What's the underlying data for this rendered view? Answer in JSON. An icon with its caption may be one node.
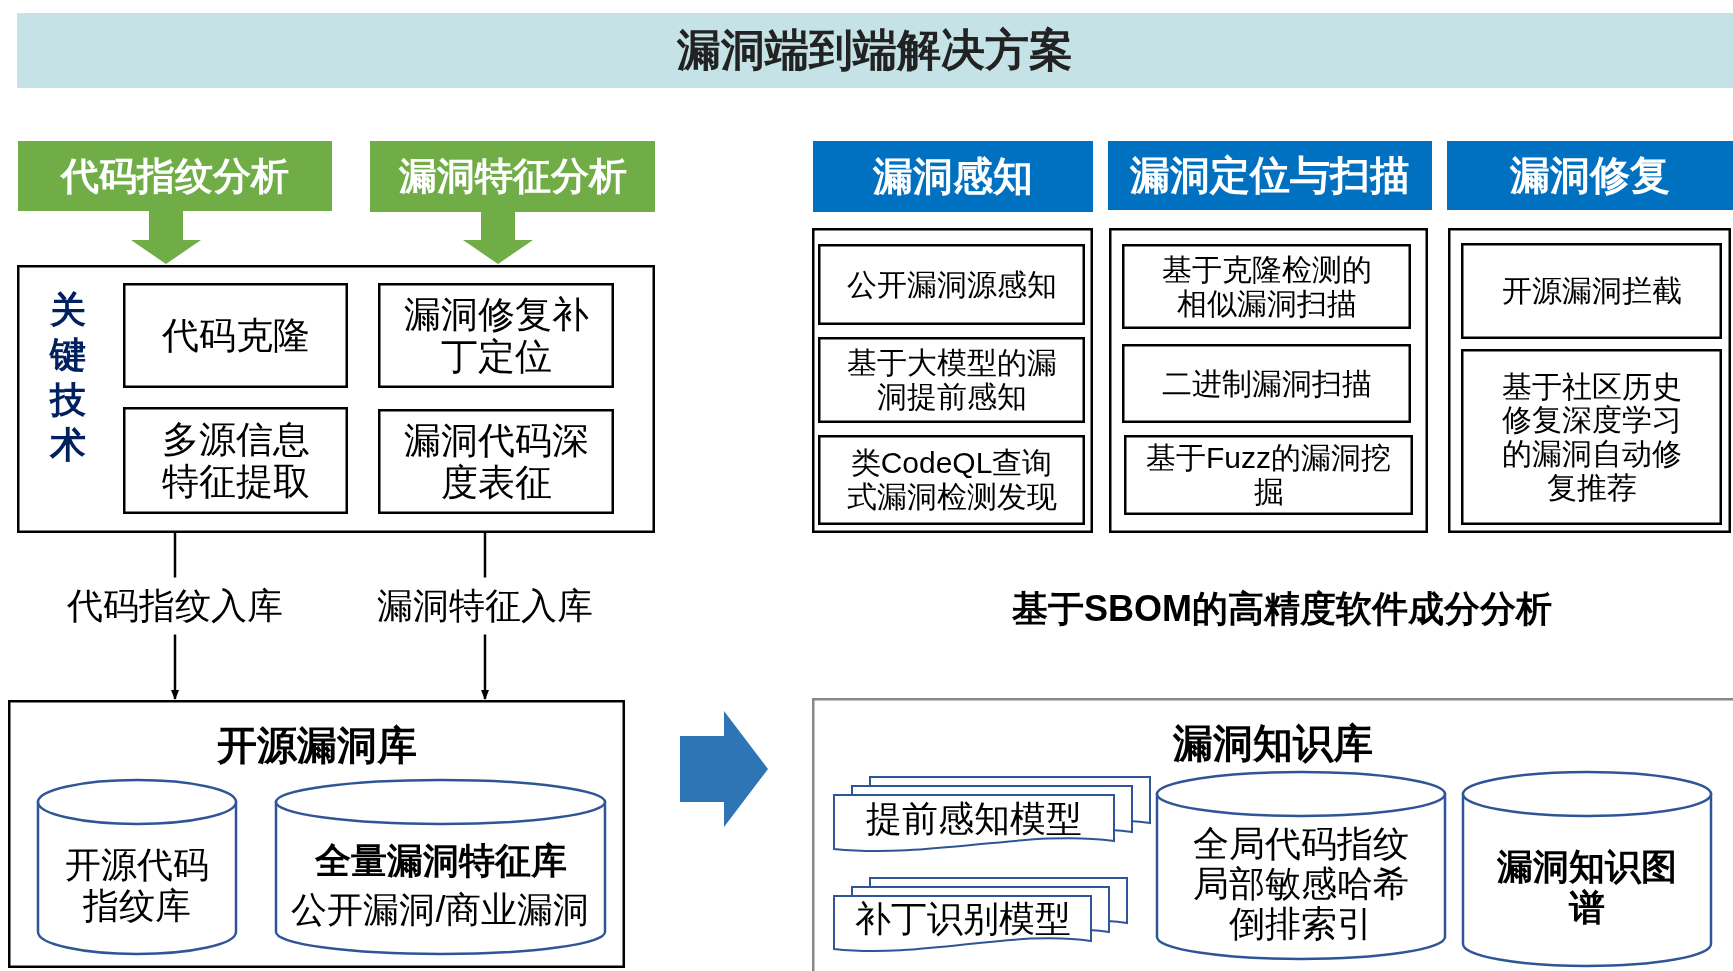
{
  "diagram": {
    "title": "漏洞端到端解决方案",
    "nodes": [
      {
        "text": [
          "代码指纹分析"
        ]
      },
      {
        "text": [
          "漏洞特征分析"
        ]
      },
      {
        "text": [
          "关键技术"
        ]
      },
      {
        "text": [
          "代码克隆"
        ],
        "in": 2
      },
      {
        "text": [
          "漏洞修复补丁定位"
        ],
        "in": 2
      },
      {
        "text": [
          "多源信息特征提取"
        ],
        "in": 2
      },
      {
        "text": [
          "漏洞代码深度表征"
        ],
        "in": 2
      },
      {
        "text": [
          "开源漏洞库"
        ]
      },
      {
        "text": [
          "开源代码指纹库"
        ],
        "in": 7
      },
      {
        "text": [
          "全量漏洞特征库",
          "公开漏洞/商业漏洞"
        ],
        "in": 7
      },
      {
        "text": [
          "漏洞感知"
        ]
      },
      {
        "text": [
          "漏洞定位与扫描"
        ]
      },
      {
        "text": [
          "漏洞修复"
        ]
      },
      {
        "text": [],
        "shape": "box"
      },
      {
        "text": [
          "公开漏洞源感知"
        ],
        "in": 13
      },
      {
        "text": [
          "基于大模型的漏洞提前感知"
        ],
        "in": 13
      },
      {
        "text": [
          "类CodeQL查询式漏洞检测发现"
        ],
        "in": 13
      },
      {
        "text": [],
        "shape": "box"
      },
      {
        "text": [
          "基于克隆检测的相似漏洞扫描"
        ],
        "in": 17
      },
      {
        "text": [
          "二进制漏洞扫描"
        ],
        "in": 17
      },
      {
        "text": [
          "基于Fuzz的漏洞挖掘"
        ],
        "in": 17
      },
      {
        "text": [],
        "shape": "box"
      },
      {
        "text": [
          "开源漏洞拦截"
        ],
        "in": 21
      },
      {
        "text": [
          "基于社区历史修复深度学习的漏洞自动修复推荐"
        ],
        "in": 21
      },
      {
        "text": [
          "漏洞知识库"
        ]
      },
      {
        "text": [
          "提前感知模型"
        ],
        "in": 24
      },
      {
        "text": [
          "补丁识别模型"
        ],
        "in": 24
      },
      {
        "text": [
          "全局代码指纹",
          "局部敏感哈希",
          "倒排索引"
        ],
        "in": 24
      },
      {
        "text": [
          "漏洞知识图谱"
        ],
        "in": 24
      }
    ],
    "edges": [
      {
        "from": 0,
        "to": 2,
        "arrow": "to",
        "style": "thick",
        "color": "#70ad47"
      },
      {
        "from": 1,
        "to": 2,
        "arrow": "to",
        "style": "thick",
        "color": "#70ad47"
      },
      {
        "from": 2,
        "to": 7,
        "arrow": "to",
        "label": "代码指纹入库"
      },
      {
        "from": 2,
        "to": 7,
        "arrow": "to",
        "label": "漏洞特征入库"
      },
      {
        "from": 7,
        "to": 24,
        "arrow": "to",
        "style": "thick",
        "color": "#2e75b6"
      }
    ],
    "labels": [
      "基于SBOM的高精度软件成分分析"
    ]
  }
}
